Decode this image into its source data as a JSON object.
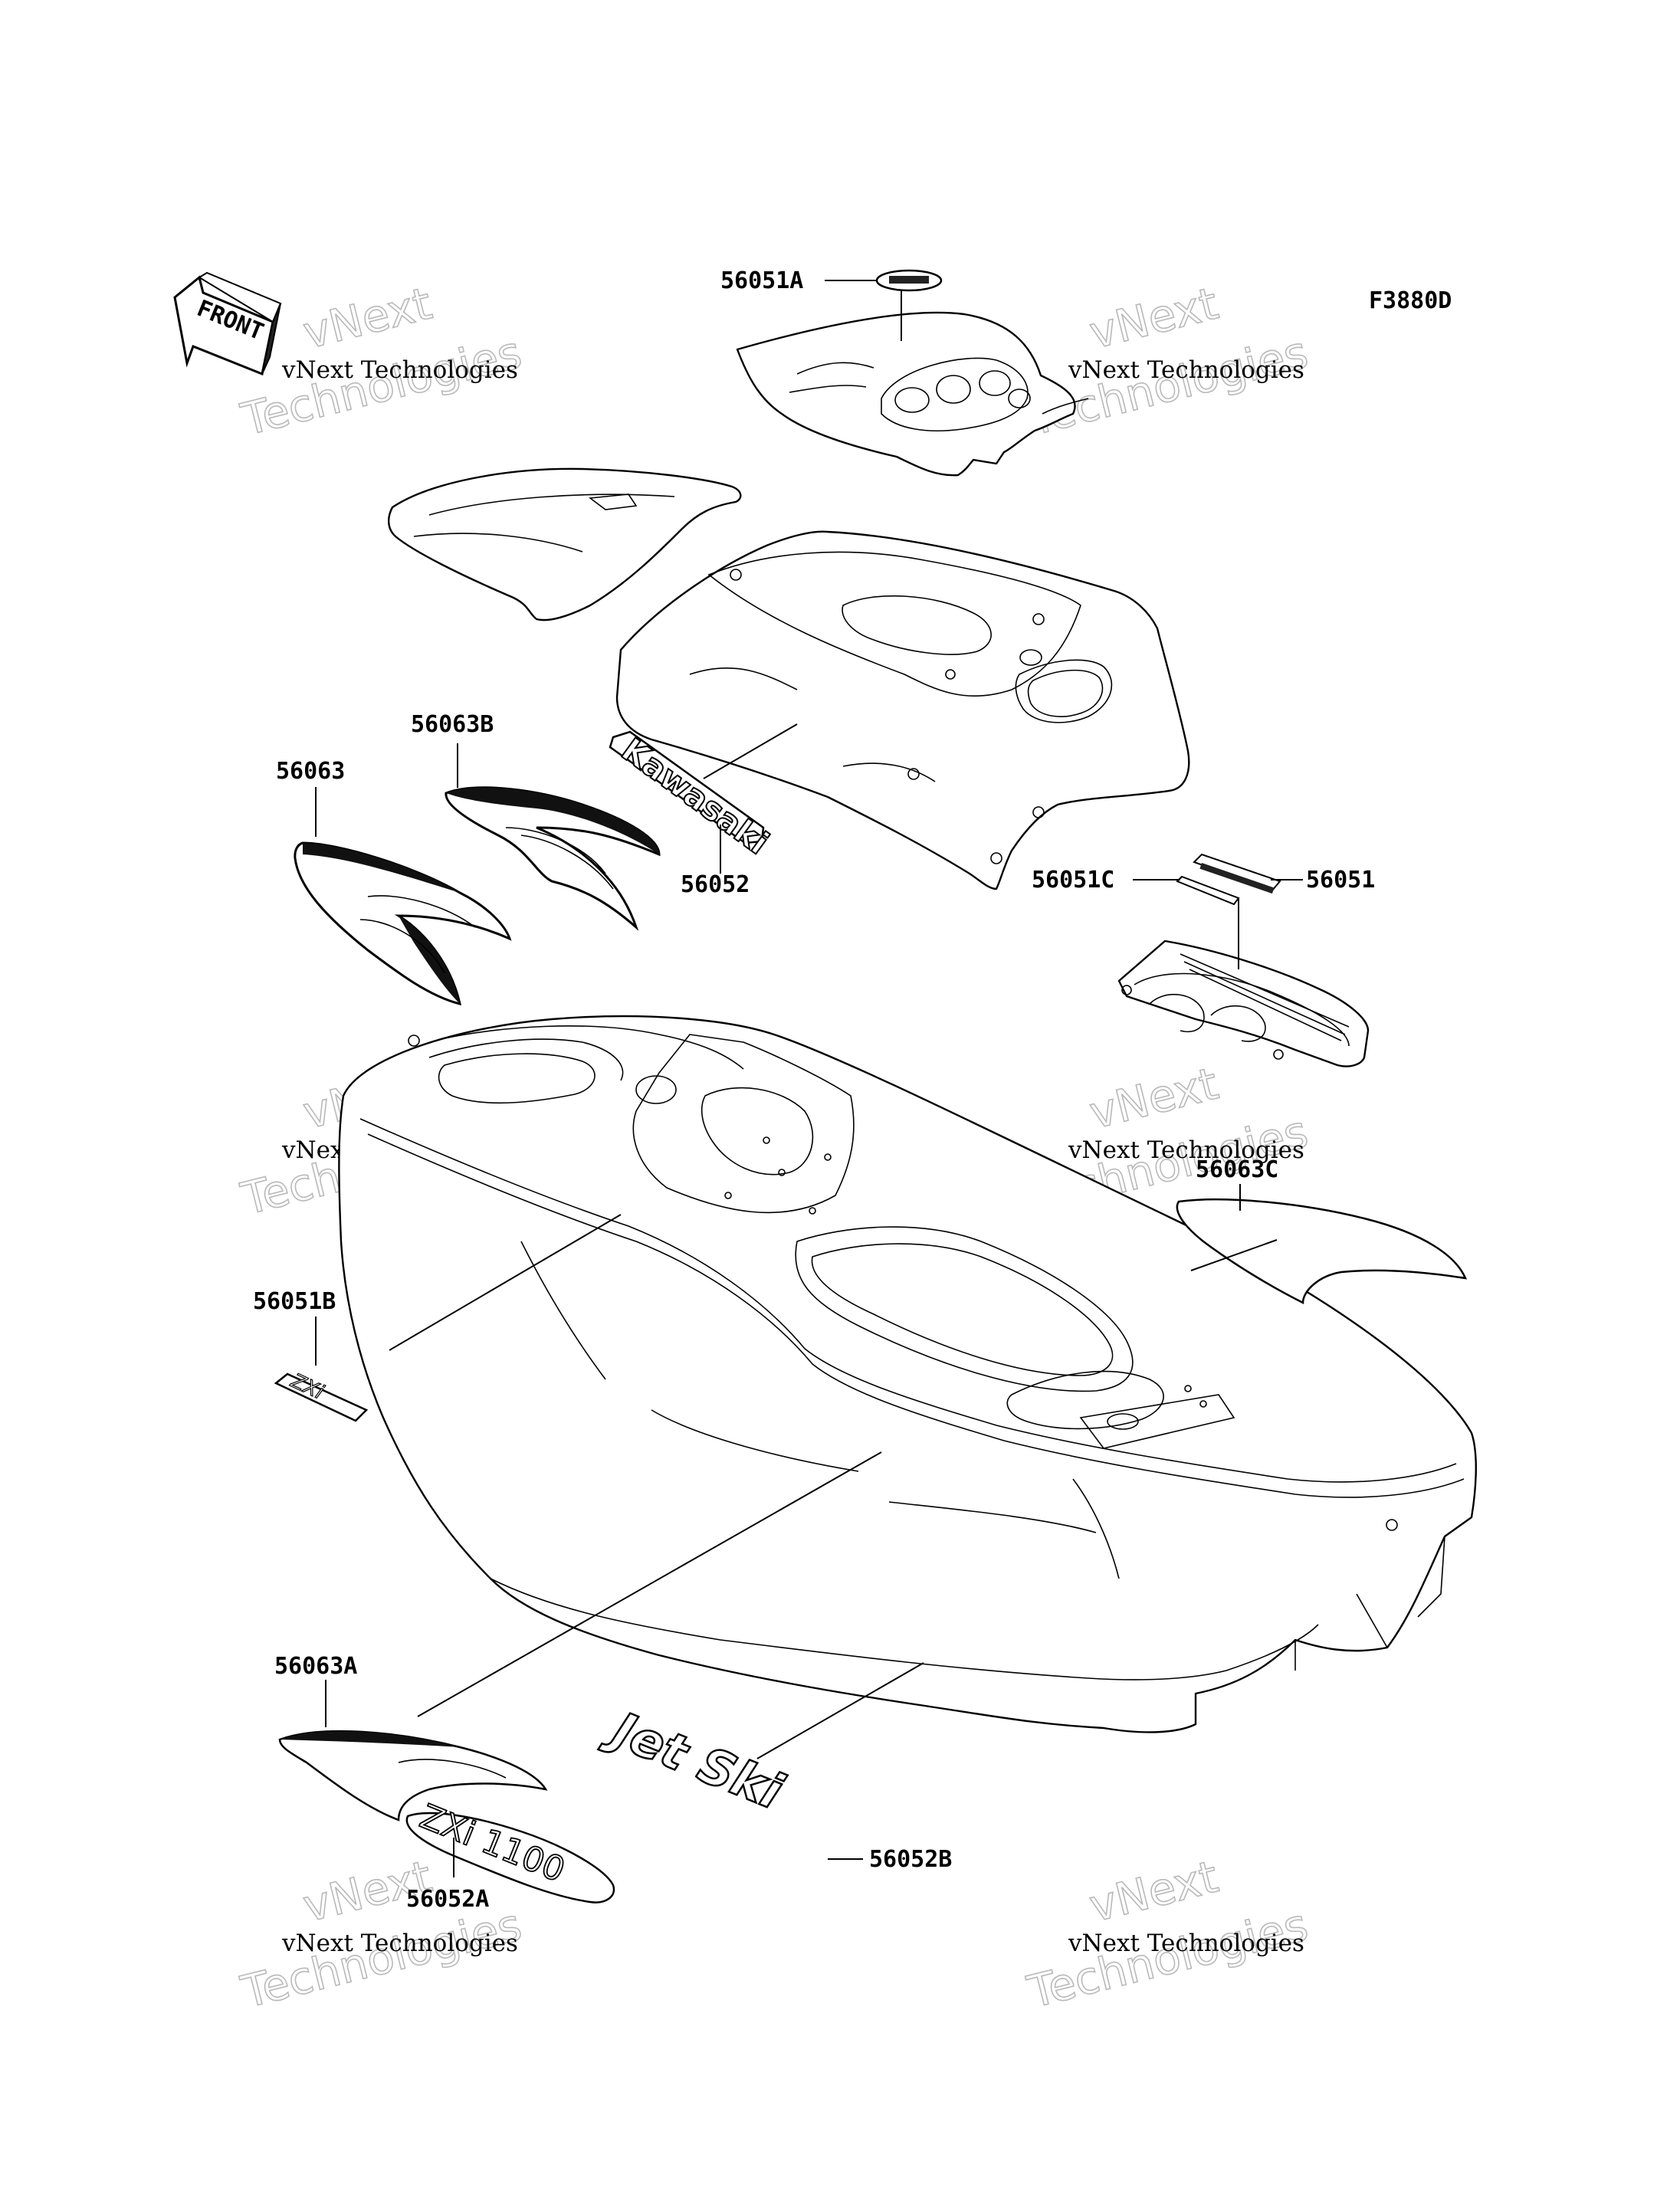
{
  "figure_code": "F3880D",
  "front_label": "FRONT",
  "watermark": {
    "brand": "vNext",
    "line": "vNext Technologies",
    "word": "Technologies"
  },
  "decal_text": {
    "kawasaki": "Kawasaki",
    "jetski": "Jet Ski",
    "zxi": "ZXi",
    "zxi1100": "ZXi 1100"
  },
  "callouts": [
    {
      "id": "56051A",
      "label": "56051A"
    },
    {
      "id": "56063B",
      "label": "56063B"
    },
    {
      "id": "56063",
      "label": "56063"
    },
    {
      "id": "56052",
      "label": "56052"
    },
    {
      "id": "56051C",
      "label": "56051C"
    },
    {
      "id": "56051",
      "label": "56051"
    },
    {
      "id": "56063C",
      "label": "56063C"
    },
    {
      "id": "56051B",
      "label": "56051B"
    },
    {
      "id": "56063A",
      "label": "56063A"
    },
    {
      "id": "56052B",
      "label": "56052B"
    },
    {
      "id": "56052A",
      "label": "56052A"
    }
  ]
}
